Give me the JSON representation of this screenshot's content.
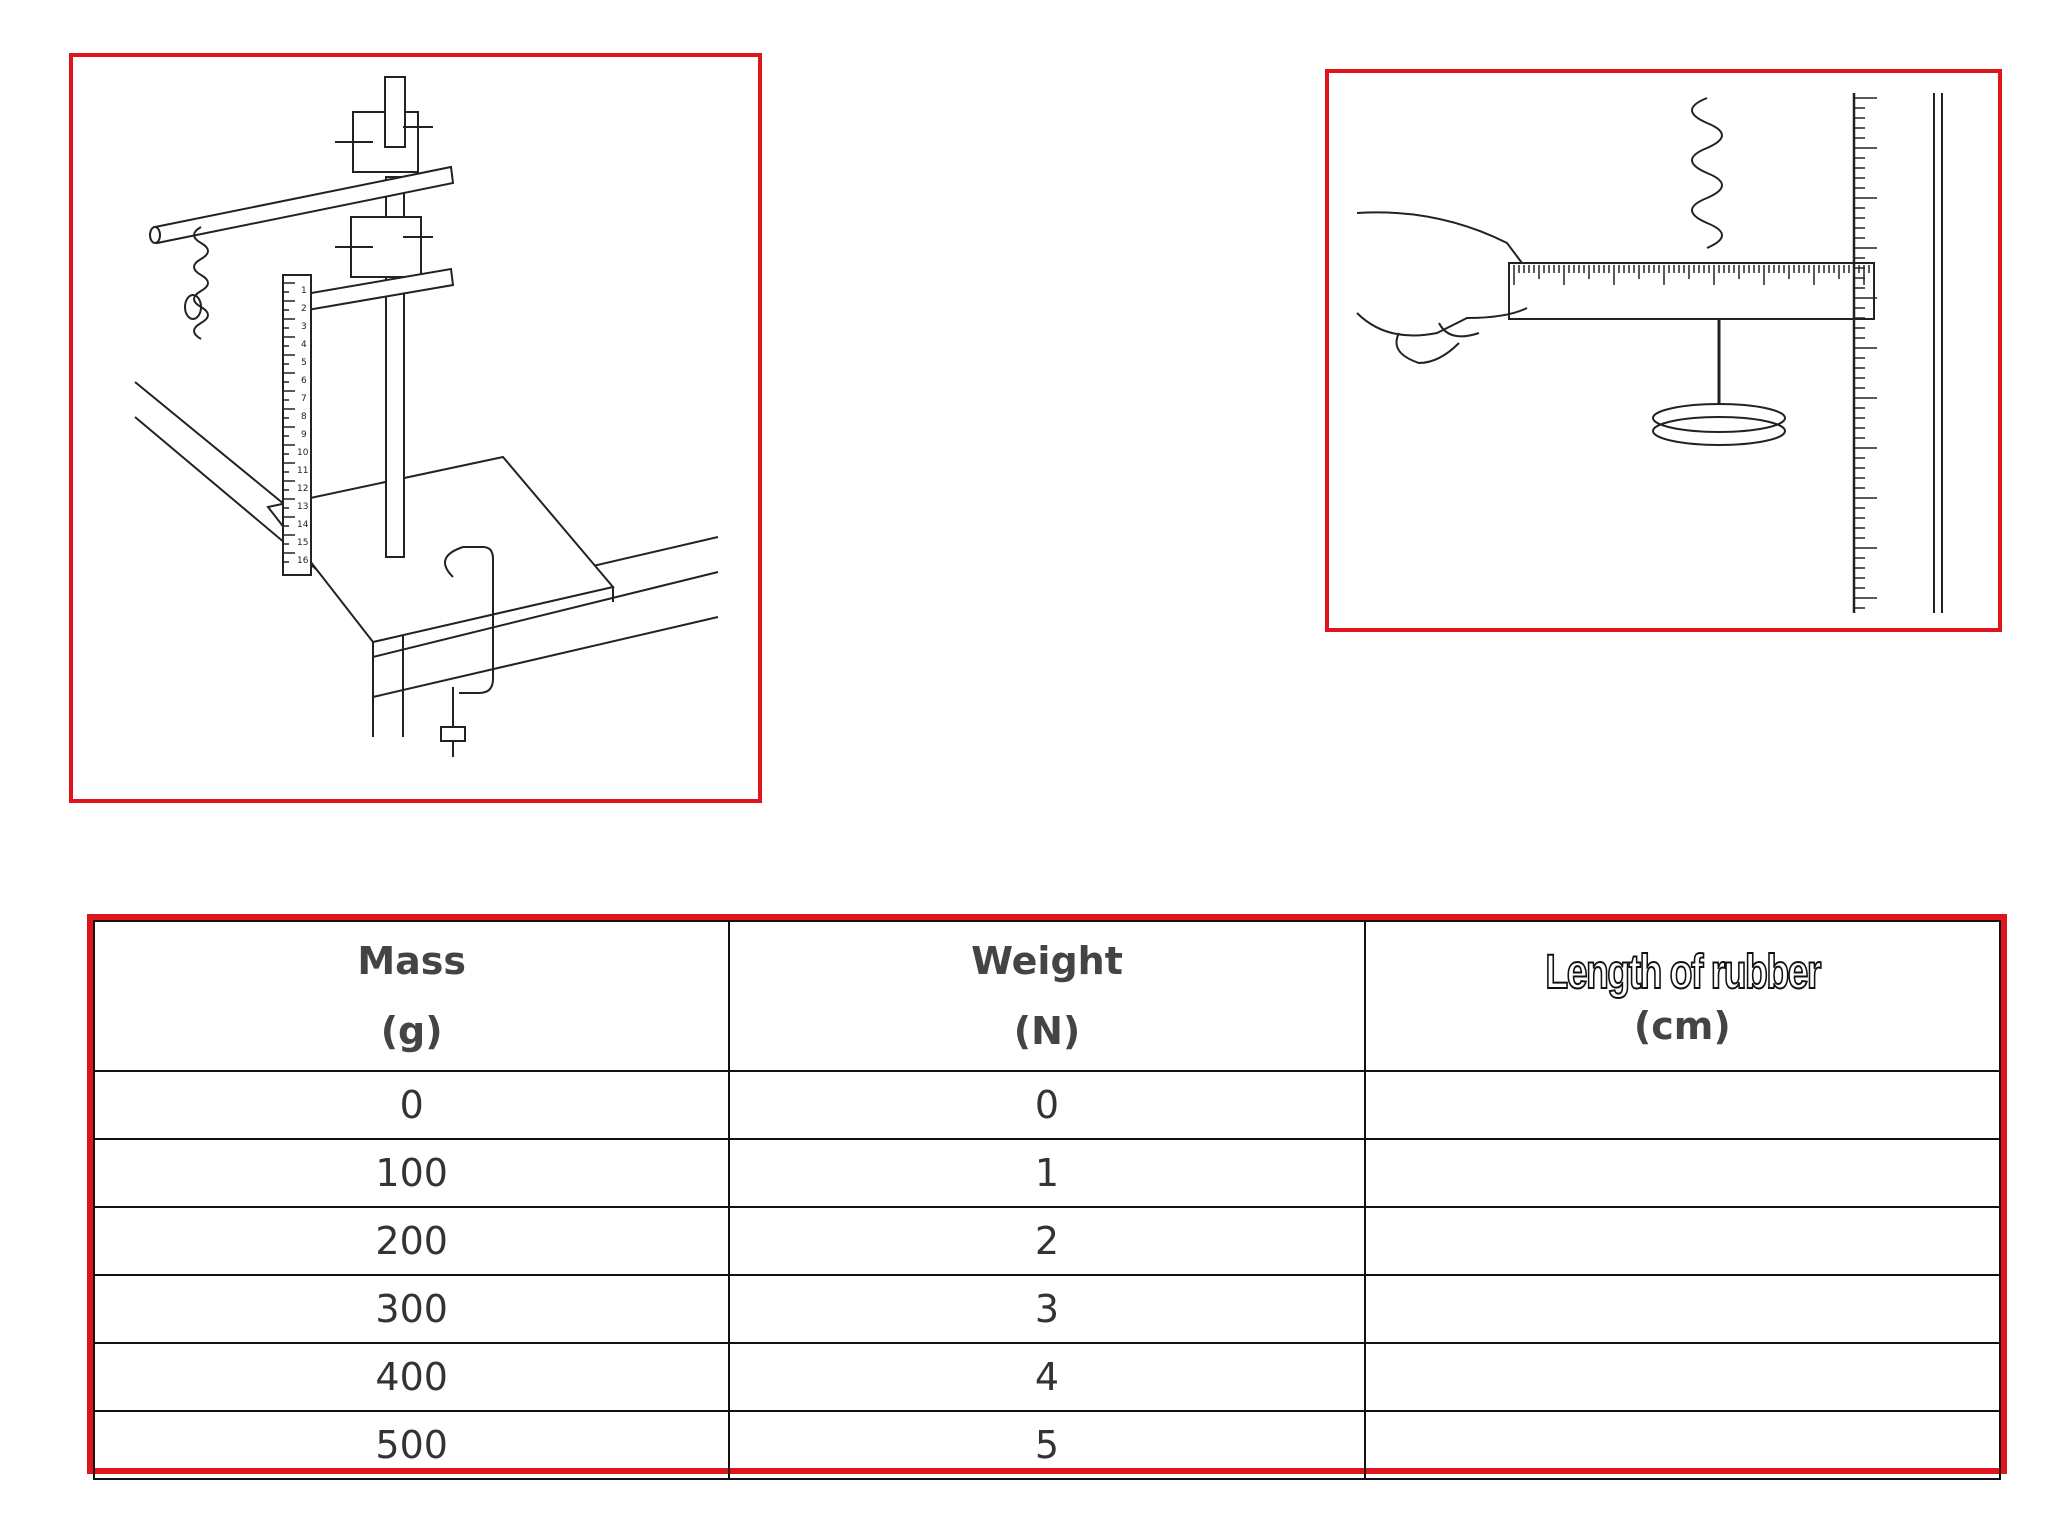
{
  "table": {
    "headers": [
      {
        "title": "Mass",
        "unit": "(g)"
      },
      {
        "title": "Weight",
        "unit": "(N)"
      },
      {
        "title": "Length of rubber",
        "unit": "(cm)"
      }
    ],
    "rows": [
      [
        "0",
        "0",
        ""
      ],
      [
        "100",
        "1",
        ""
      ],
      [
        "200",
        "2",
        ""
      ],
      [
        "300",
        "3",
        ""
      ],
      [
        "400",
        "4",
        ""
      ],
      [
        "500",
        "5",
        ""
      ]
    ]
  },
  "figures": {
    "left_ruler_ticks": [
      "1",
      "2",
      "3",
      "4",
      "5",
      "6",
      "7",
      "8",
      "9",
      "10",
      "11",
      "12",
      "13",
      "14",
      "15",
      "16"
    ],
    "frame_color": "#e0141b"
  }
}
